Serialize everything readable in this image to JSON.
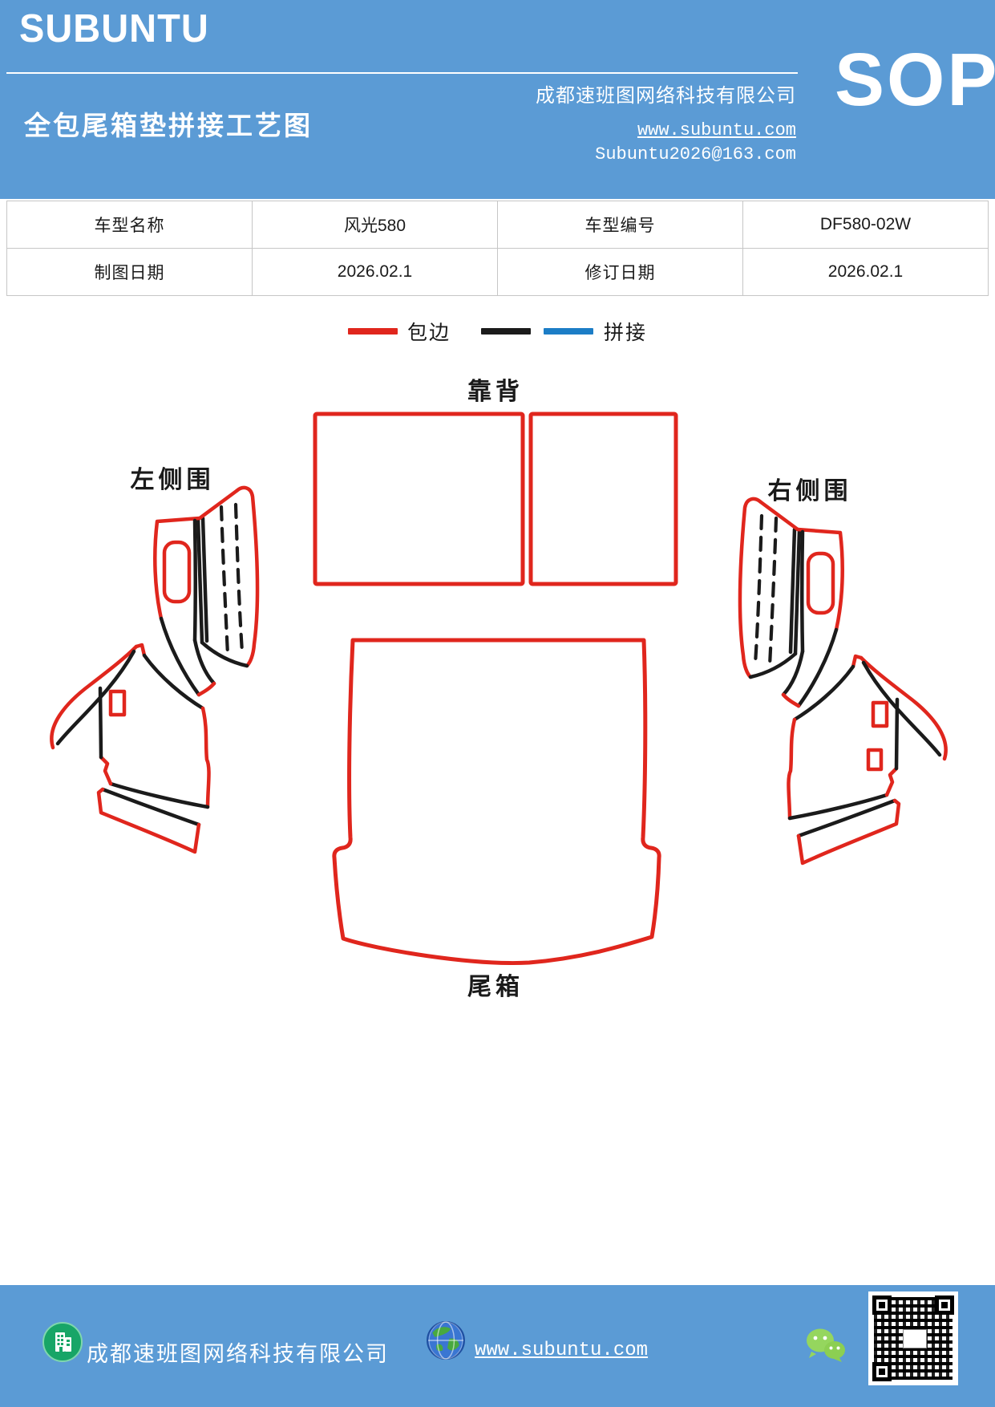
{
  "header": {
    "brand": "SUBUNTU",
    "company": "成都速班图网络科技有限公司",
    "title": "全包尾箱垫拼接工艺图",
    "website": "www.subuntu.com",
    "email": "Subuntu2026@163.com",
    "sop_badge": "SOP"
  },
  "info_table": {
    "rows": [
      [
        "车型名称",
        "风光580",
        "车型编号",
        "DF580-02W"
      ],
      [
        "制图日期",
        "2026.02.1",
        "修订日期",
        "2026.02.1"
      ]
    ]
  },
  "legend": {
    "items": [
      {
        "label": "包边",
        "color": "#e0261d"
      },
      {
        "label": "拼接",
        "colors": [
          "#1b1b1b",
          "#1c7dc6"
        ]
      }
    ]
  },
  "diagram": {
    "labels": {
      "backrest": "靠背",
      "left_side": "左侧围",
      "right_side": "右侧围",
      "trunk": "尾箱"
    },
    "colors": {
      "edge_binding_red": "#e0261d",
      "splice_black": "#1b1b1b",
      "splice_blue": "#1c7dc6"
    }
  },
  "footer": {
    "company": "成都速班图网络科技有限公司",
    "website": "www.subuntu.com"
  },
  "theme": {
    "header_blue": "#5b9bd5",
    "table_border": "#c6c6c6",
    "wechat_green": "#95d65e",
    "globe_blue": "#3a76d2",
    "building_green": "#17a567"
  }
}
